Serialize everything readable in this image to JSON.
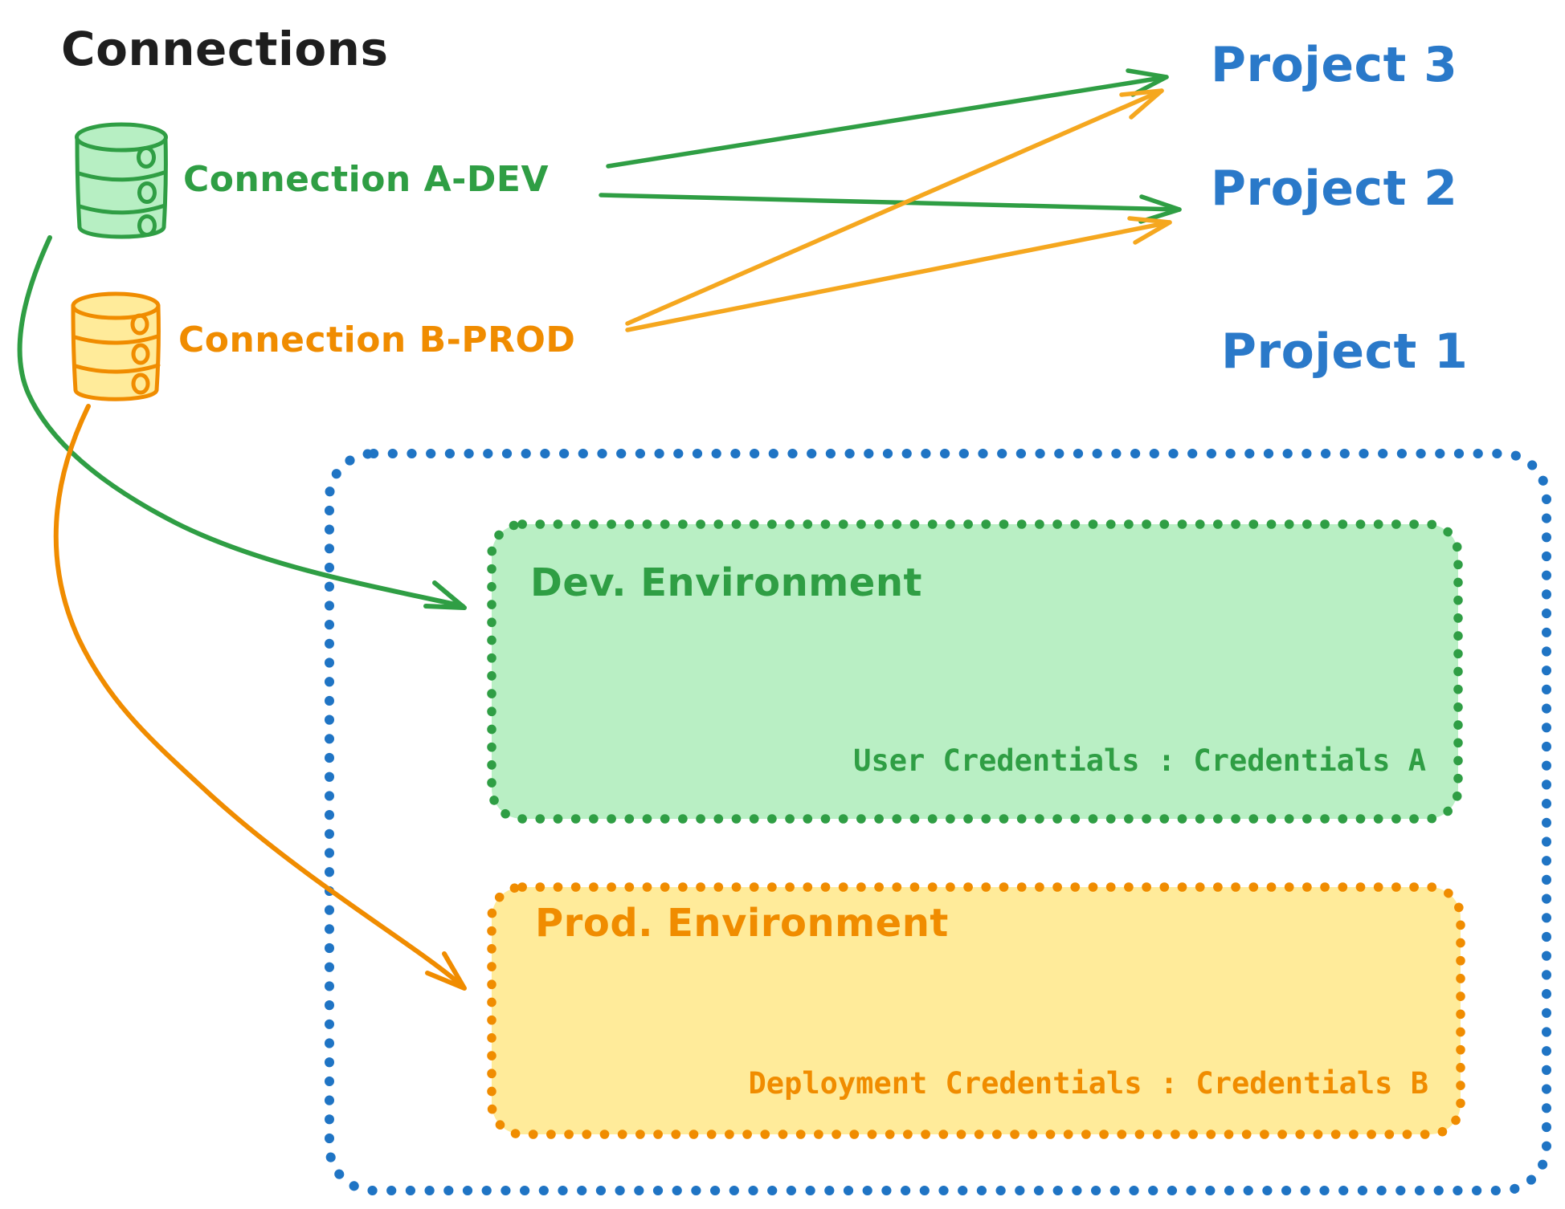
{
  "canvas": {
    "title": "Connections"
  },
  "connections": [
    {
      "label": "Connection A-DEV",
      "color": "#2f9e44",
      "icon": "database-icon"
    },
    {
      "label": "Connection B-PROD",
      "color": "#f08c00",
      "icon": "database-icon"
    }
  ],
  "projects": [
    {
      "label": "Project 3"
    },
    {
      "label": "Project 2"
    },
    {
      "label": "Project 1"
    }
  ],
  "project1_detail": {
    "environments": [
      {
        "title": "Dev. Environment",
        "credentials": "User Credentials : Credentials A",
        "accent": "#2f9e44",
        "fill": "#b9efc4"
      },
      {
        "title": "Prod. Environment",
        "credentials": "Deployment Credentials : Credentials B",
        "accent": "#f08c00",
        "fill": "#ffeb9a"
      }
    ]
  },
  "colors": {
    "text_black": "#1e1e1e",
    "green_stroke": "#2f9e44",
    "green_fill": "#b9efc4",
    "orange_stroke": "#f08c00",
    "orange_arrow": "#f5a71f",
    "orange_fill": "#ffeb9a",
    "blue_stroke": "#1f74c4",
    "blue_text": "#2a79c9",
    "background": "#ffffff"
  }
}
